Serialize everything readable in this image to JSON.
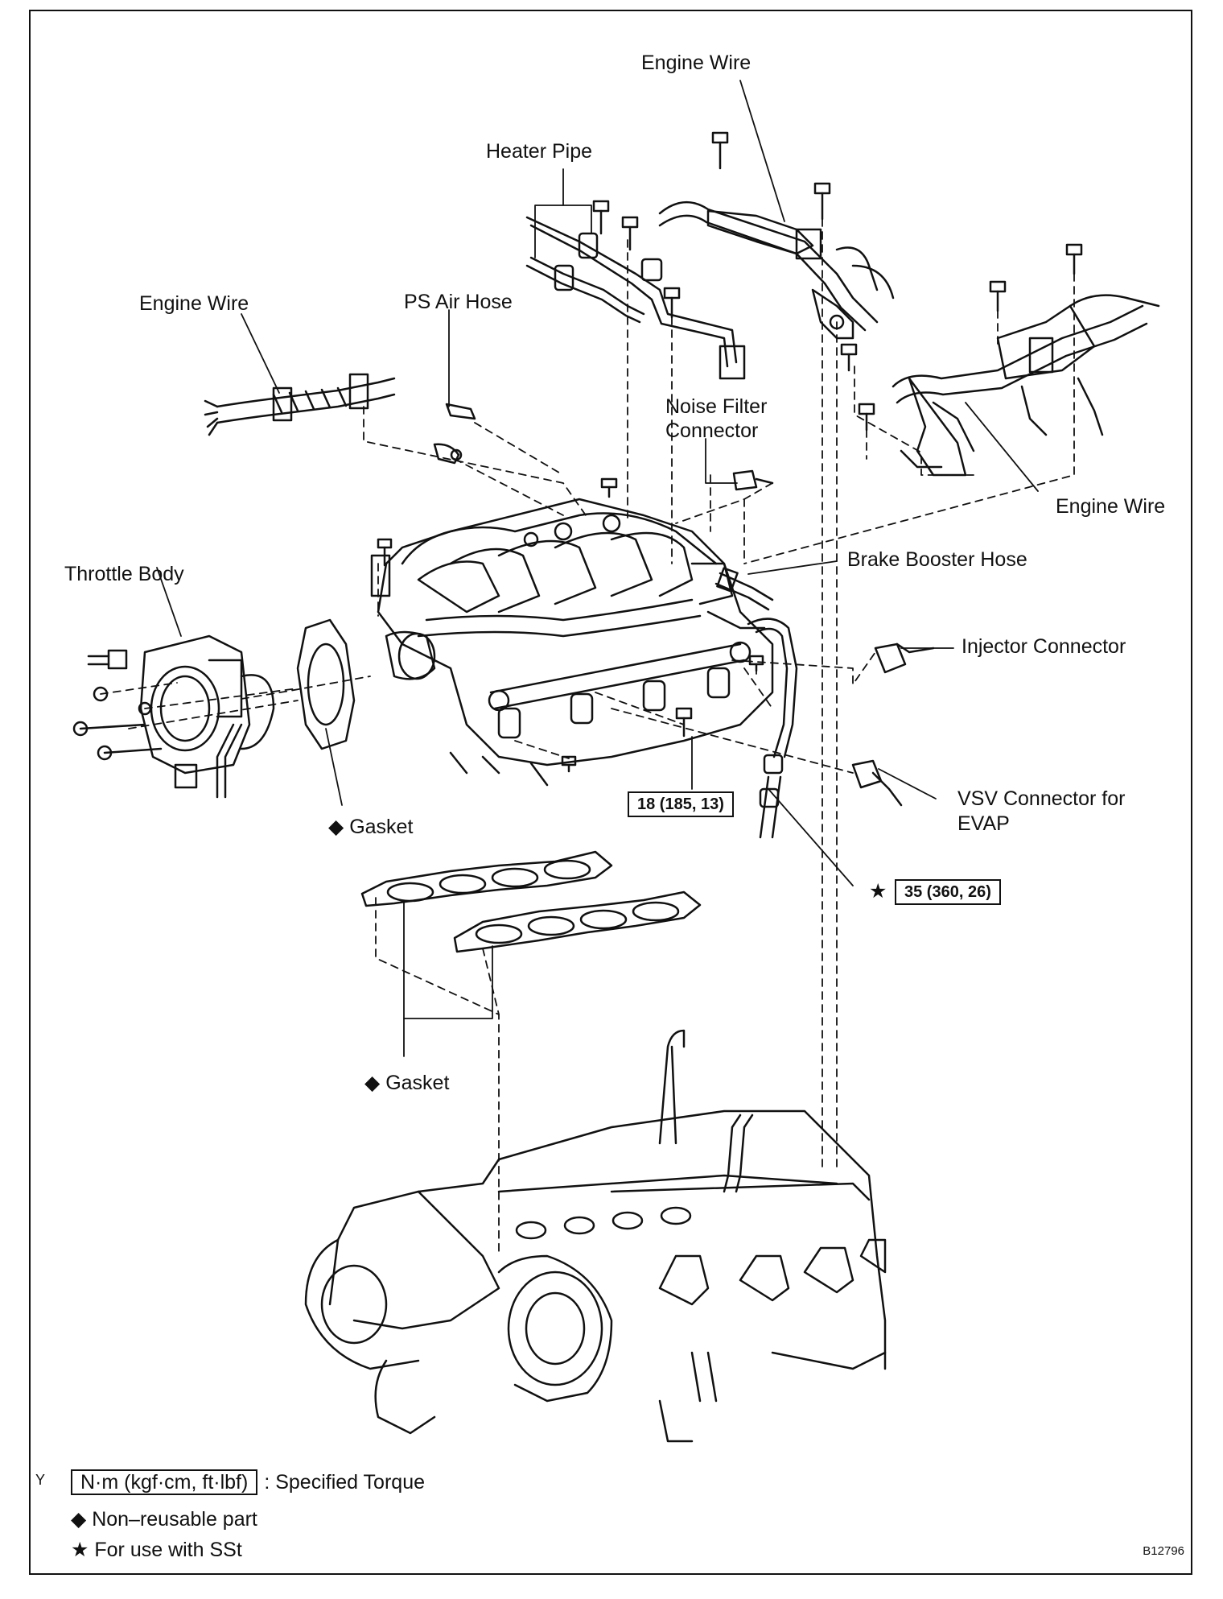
{
  "labels": {
    "engine_wire_top": "Engine Wire",
    "heater_pipe": "Heater Pipe",
    "engine_wire_left": "Engine Wire",
    "ps_air_hose": "PS Air Hose",
    "noise_filter_line1": "Noise Filter",
    "noise_filter_line2": "Connector",
    "engine_wire_right": "Engine Wire",
    "brake_booster_hose": "Brake Booster Hose",
    "throttle_body": "Throttle Body",
    "injector_connector": "Injector Connector",
    "vsv_line1": "VSV Connector for",
    "vsv_line2": "EVAP",
    "gasket_upper": "Gasket",
    "gasket_lower": "Gasket",
    "diamond": "◆",
    "star": "★"
  },
  "torque": {
    "bolt_18": "18 (185, 13)",
    "bolt_35": "35 (360, 26)"
  },
  "legend": {
    "units_box": "N·m (kgf·cm, ft·lbf)",
    "units_desc": ": Specified Torque",
    "non_reusable": "Non–reusable part",
    "sst": "For use with SSt"
  },
  "corner_mark": "Y",
  "figure_id": "B12796"
}
